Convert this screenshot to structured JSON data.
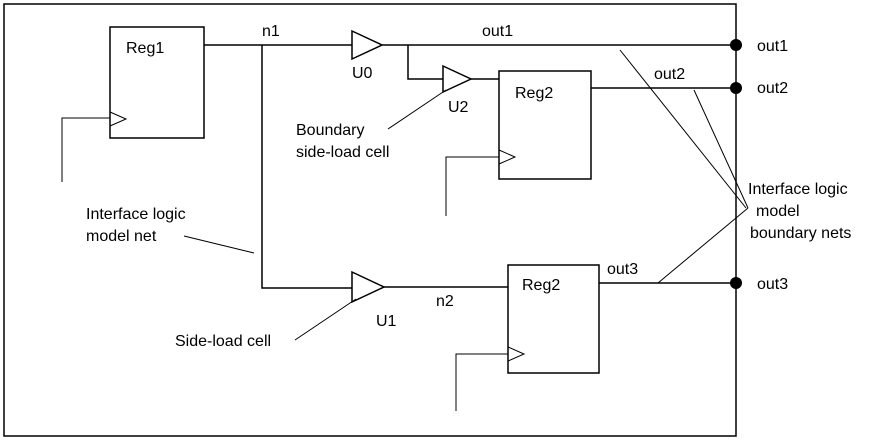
{
  "labels": {
    "reg1": "Reg1",
    "reg2_top": "Reg2",
    "reg2_bottom": "Reg2",
    "n1": "n1",
    "n2": "n2",
    "u0": "U0",
    "u1": "U1",
    "u2": "U2",
    "out1_net": "out1",
    "out2_net": "out2",
    "out3_net": "out3",
    "out1_port": "out1",
    "out2_port": "out2",
    "out3_port": "out3"
  },
  "annotations": {
    "boundary_side_load_cell": [
      "Boundary",
      "side-load cell"
    ],
    "interface_logic_model_net": [
      "Interface logic",
      "model net"
    ],
    "side_load_cell": "Side-load cell",
    "interface_logic_model_boundary_nets": [
      "Interface logic",
      "model",
      "boundary nets"
    ]
  }
}
